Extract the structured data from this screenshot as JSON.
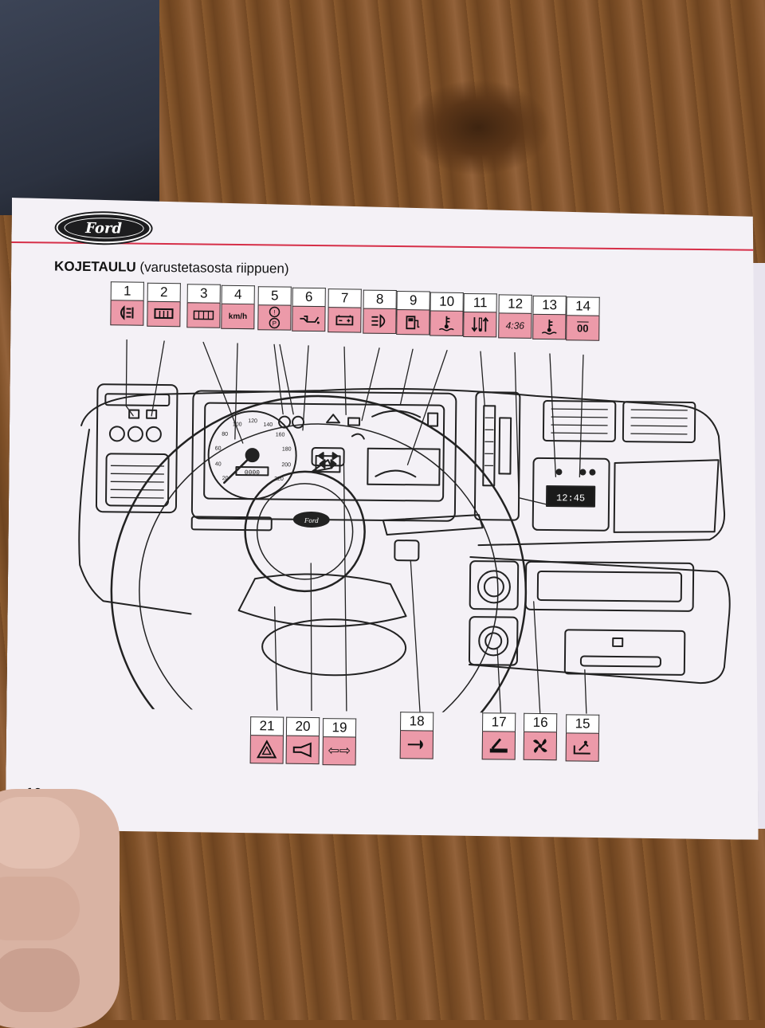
{
  "header": {
    "brand": "Ford",
    "title_bold": "KOJETAULU",
    "title_rest": " (varustetasosta riippuen)"
  },
  "page_number": "16",
  "labels_top": [
    {
      "num": "1",
      "icon": "front-fog-light-icon"
    },
    {
      "num": "2",
      "icon": "rear-window-heater-icon"
    },
    {
      "num": "3",
      "icon": "odometer-icon"
    },
    {
      "num": "4",
      "icon": "speedometer-icon",
      "text": "km/h"
    },
    {
      "num": "5",
      "icon": "brake-warning-icon"
    },
    {
      "num": "6",
      "icon": "oil-pressure-icon"
    },
    {
      "num": "7",
      "icon": "battery-charge-icon"
    },
    {
      "num": "8",
      "icon": "headlight-icon"
    },
    {
      "num": "9",
      "icon": "fuel-gauge-icon"
    },
    {
      "num": "10",
      "icon": "coolant-temperature-icon"
    },
    {
      "num": "11",
      "icon": "temperature-control-icon"
    },
    {
      "num": "12",
      "icon": "clock-icon",
      "text": "4:36"
    },
    {
      "num": "13",
      "icon": "coolant-temperature-icon"
    },
    {
      "num": "14",
      "icon": "clock-set-icon",
      "text": "00"
    }
  ],
  "labels_bottom": [
    {
      "num": "21",
      "icon": "hazard-warning-icon"
    },
    {
      "num": "20",
      "icon": "horn-icon"
    },
    {
      "num": "19",
      "icon": "turn-signal-icon",
      "text": "⇦⇨"
    },
    {
      "num": "18",
      "icon": "choke-icon"
    },
    {
      "num": "17",
      "icon": "cigar-lighter-icon"
    },
    {
      "num": "16",
      "icon": "fan-icon"
    },
    {
      "num": "15",
      "icon": "glove-box-icon"
    }
  ],
  "dashboard": {
    "clock_display": "12:45",
    "steering_logo": "Ford",
    "speedo_ticks": [
      "20",
      "40",
      "60",
      "80",
      "100",
      "120",
      "140",
      "160",
      "180",
      "200",
      "220"
    ],
    "odometer": "0000"
  },
  "colors": {
    "accent_rule": "#d62f48",
    "label_fill": "#ec9aa9"
  }
}
